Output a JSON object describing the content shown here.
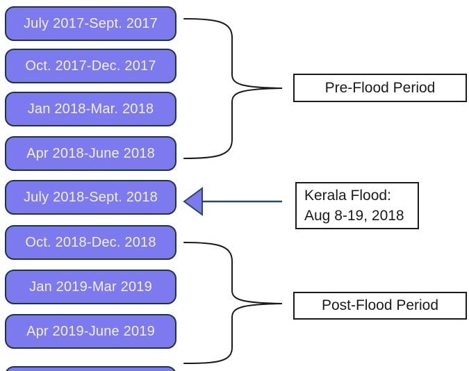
{
  "colors": {
    "background": "#ffffff",
    "box_fill": "#7d79ee",
    "box_border": "#1b3643",
    "box_text": "#f2f0fb",
    "label_border": "#1a1a1a",
    "label_text": "#1a1a1a",
    "brace_stroke": "#1a1a1a",
    "arrow_stroke": "#264a63"
  },
  "timeline": {
    "periods": [
      {
        "label": "July 2017-Sept. 2017"
      },
      {
        "label": "Oct. 2017-Dec. 2017"
      },
      {
        "label": "Jan 2018-Mar. 2018"
      },
      {
        "label": "Apr 2018-June 2018"
      },
      {
        "label": "July 2018-Sept. 2018"
      },
      {
        "label": "Oct. 2018-Dec. 2018"
      },
      {
        "label": "Jan 2019-Mar 2019"
      },
      {
        "label": "Apr 2019-June 2019"
      }
    ]
  },
  "annotations": {
    "pre_flood": {
      "label": "Pre-Flood Period"
    },
    "kerala_flood": {
      "line1": "Kerala Flood:",
      "line2": "Aug 8-19, 2018"
    },
    "post_flood": {
      "label": "Post-Flood Period"
    }
  }
}
